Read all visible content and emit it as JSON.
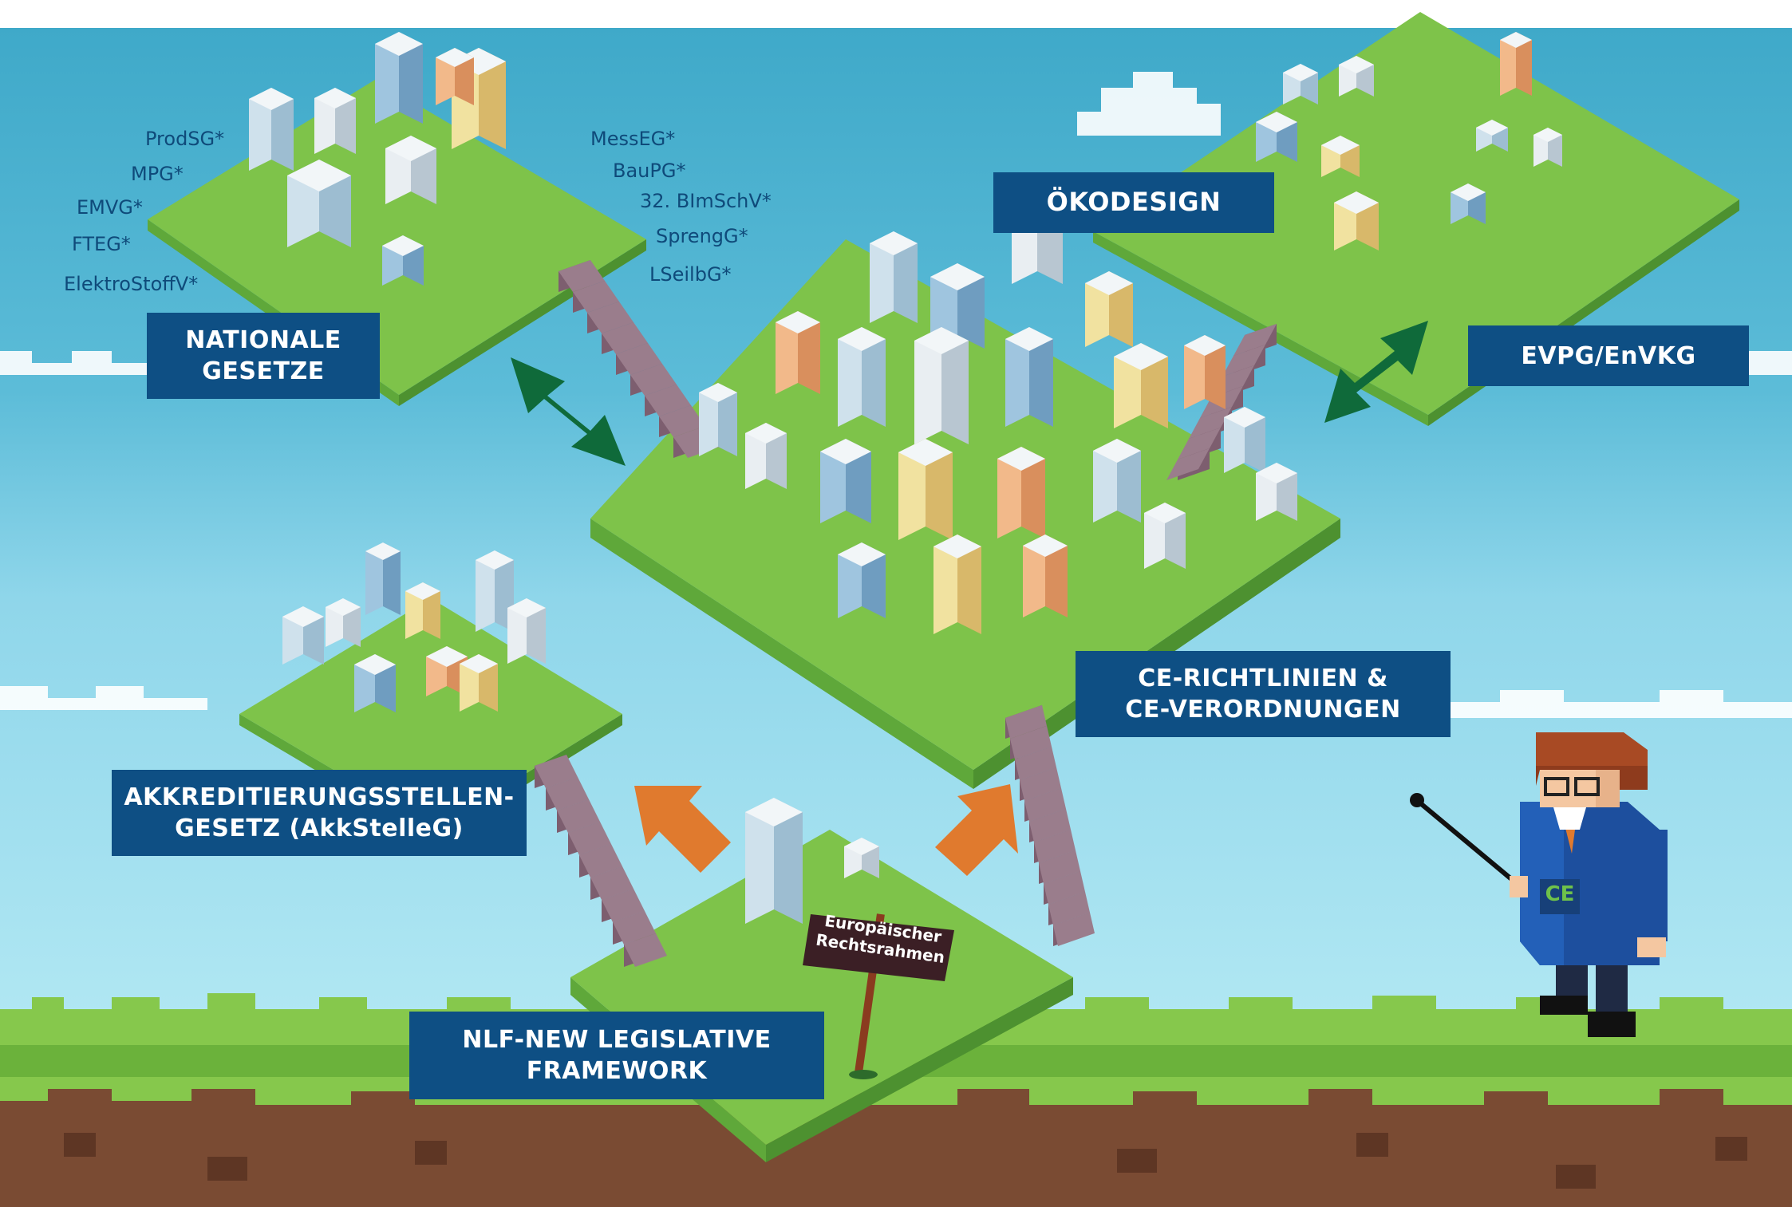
{
  "labels": {
    "nationale": [
      "NATIONALE",
      "GESETZE"
    ],
    "oekodesign": [
      "ÖKODESIGN"
    ],
    "evpg": [
      "EVPG/EnVKG"
    ],
    "ce": [
      "CE-RICHTLINIEN &",
      "CE-VERORDNUNGEN"
    ],
    "akk": [
      "AKKREDITIERUNGSSTELLEN-",
      "GESETZ (AkkStelleG)"
    ],
    "nlf": [
      "NLF-NEW LEGISLATIVE",
      "FRAMEWORK"
    ]
  },
  "laws_left": [
    "ProdSG*",
    "MPG*",
    "EMVG*",
    "FTEG*",
    "ElektroStoffV*"
  ],
  "laws_right": [
    "MessEG*",
    "BauPG*",
    "32. BImSchV*",
    "SprengG*",
    "LSeilbG*"
  ],
  "sign": [
    "Europäischer",
    "Rechtsrahmen"
  ],
  "character_badge": "CE",
  "colors": {
    "sky_top": "#4fb4d2",
    "sky_bottom": "#aee6f2",
    "grass": "#7ec34a",
    "dirt": "#7a4b33",
    "label_bg": "#0e4f84",
    "arrow_green": "#0f6a3a",
    "arrow_orange": "#e07a2e",
    "stairs": "#8c6e7e"
  }
}
